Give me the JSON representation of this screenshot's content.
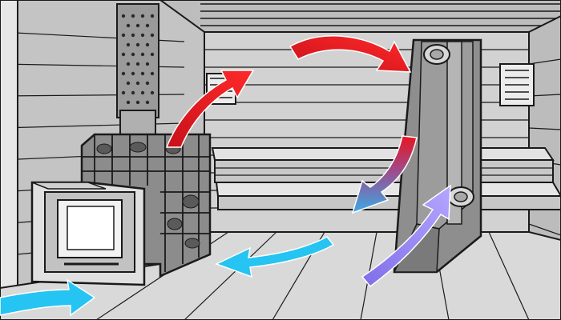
{
  "diagram": {
    "type": "sauna-air-circulation",
    "text_labels": [],
    "colors": {
      "hot_air": "#e8141e",
      "cooling_air": "#3aa9e6",
      "cold_air": "#25c4f2",
      "return_air": "#9a86f0",
      "wall": "#cfcfcf",
      "ceiling": "#bdbdbd",
      "floor": "#d6d6d6",
      "outline": "#1a1a1a"
    },
    "objects": [
      "stove-firebox",
      "stone-cage",
      "chimney-pipe",
      "wall-lamp",
      "water-tank-pipe",
      "wooden-bench"
    ],
    "airflow": [
      {
        "name": "hot-air-rising",
        "color_key": "hot_air"
      },
      {
        "name": "hot-air-to-ceiling",
        "color_key": "hot_air"
      },
      {
        "name": "air-cooling-down",
        "color_key": "cooling_air"
      },
      {
        "name": "cold-air-along-floor",
        "color_key": "cold_air"
      },
      {
        "name": "fresh-air-inlet",
        "color_key": "cold_air"
      },
      {
        "name": "air-returning-up",
        "color_key": "return_air"
      }
    ]
  }
}
